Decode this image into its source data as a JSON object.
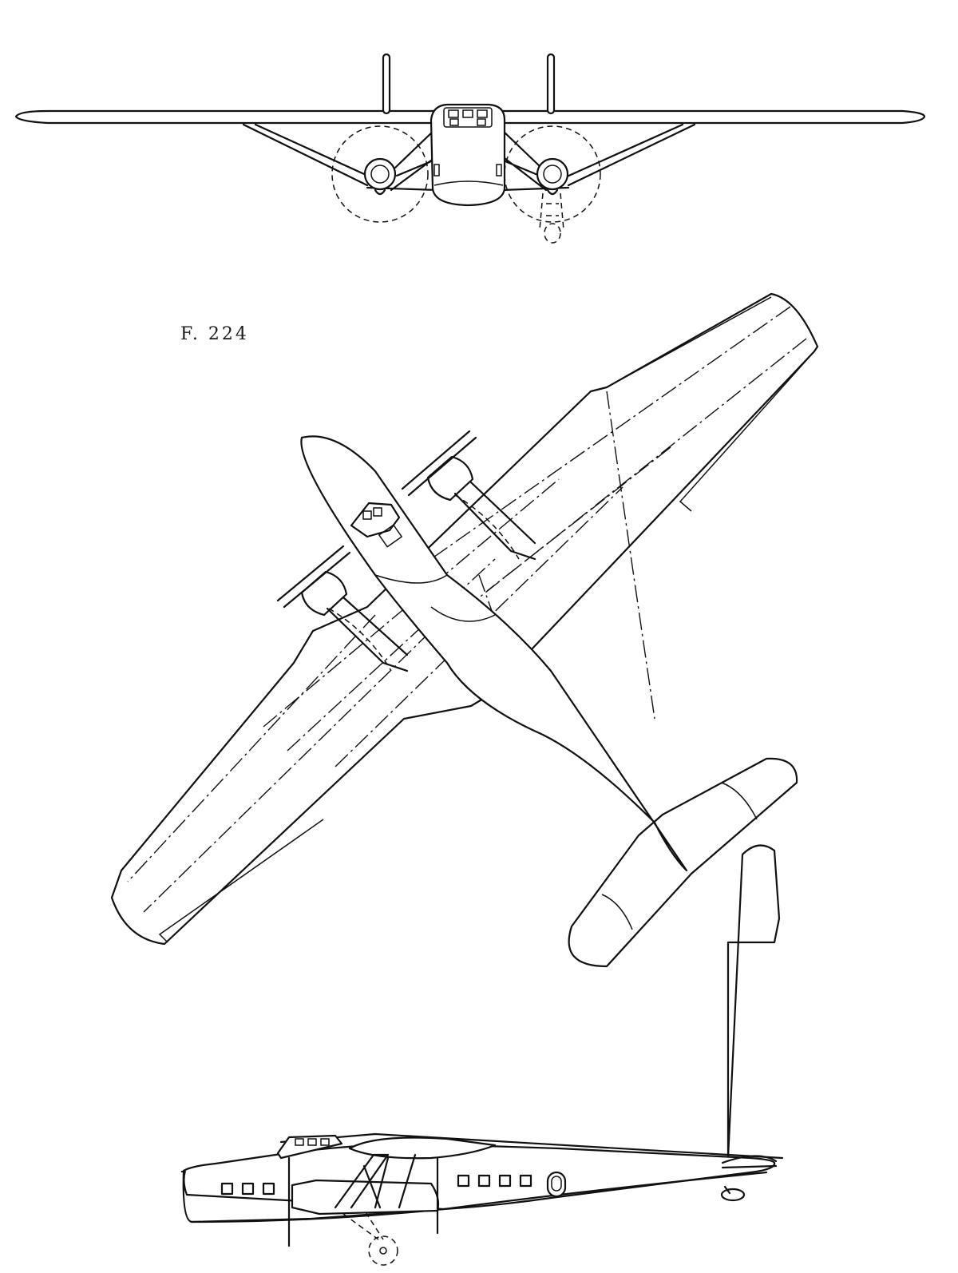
{
  "designation": "F. 224",
  "views": [
    {
      "view": "front"
    },
    {
      "view": "top"
    },
    {
      "view": "side"
    }
  ]
}
